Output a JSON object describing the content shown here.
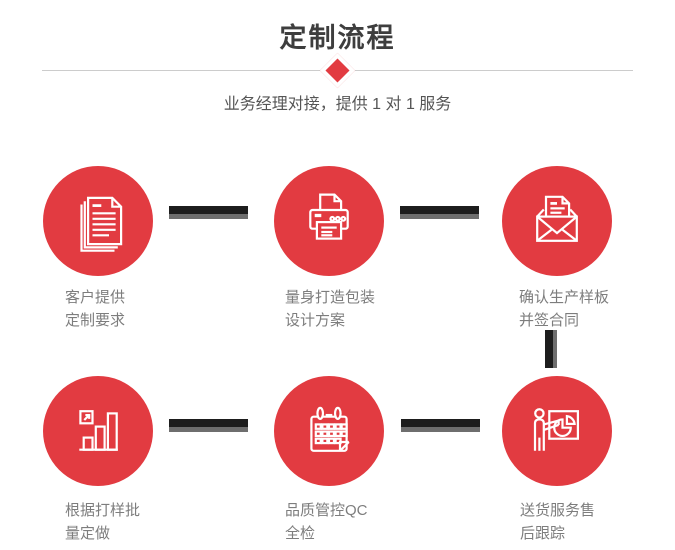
{
  "header": {
    "title": "定制流程",
    "subtitle": "业务经理对接，提供 1 对 1 服务"
  },
  "colors": {
    "accent_red": "#e23b41",
    "title_text": "#3e3e3e",
    "subtitle_text": "#555555",
    "label_text": "#7d7d7d",
    "connector_dark": "#1d1d1d",
    "connector_gray": "#6e6e6e",
    "divider_line": "#cccccc",
    "icon_stroke": "#ffffff"
  },
  "steps": [
    {
      "icon": "documents-icon",
      "line1": "客户提供",
      "line2": "定制要求"
    },
    {
      "icon": "printer-icon",
      "line1": "量身打造包装",
      "line2": "设计方案"
    },
    {
      "icon": "envelope-icon",
      "line1": "确认生产样板",
      "line2": "并签合同"
    },
    {
      "icon": "bar-chart-icon",
      "line1": "根据打样批",
      "line2": "量定做"
    },
    {
      "icon": "calendar-icon",
      "line1": "品质管控QC",
      "line2": "全检"
    },
    {
      "icon": "presentation-icon",
      "line1": "送货服务售",
      "line2": "后跟踪"
    }
  ]
}
